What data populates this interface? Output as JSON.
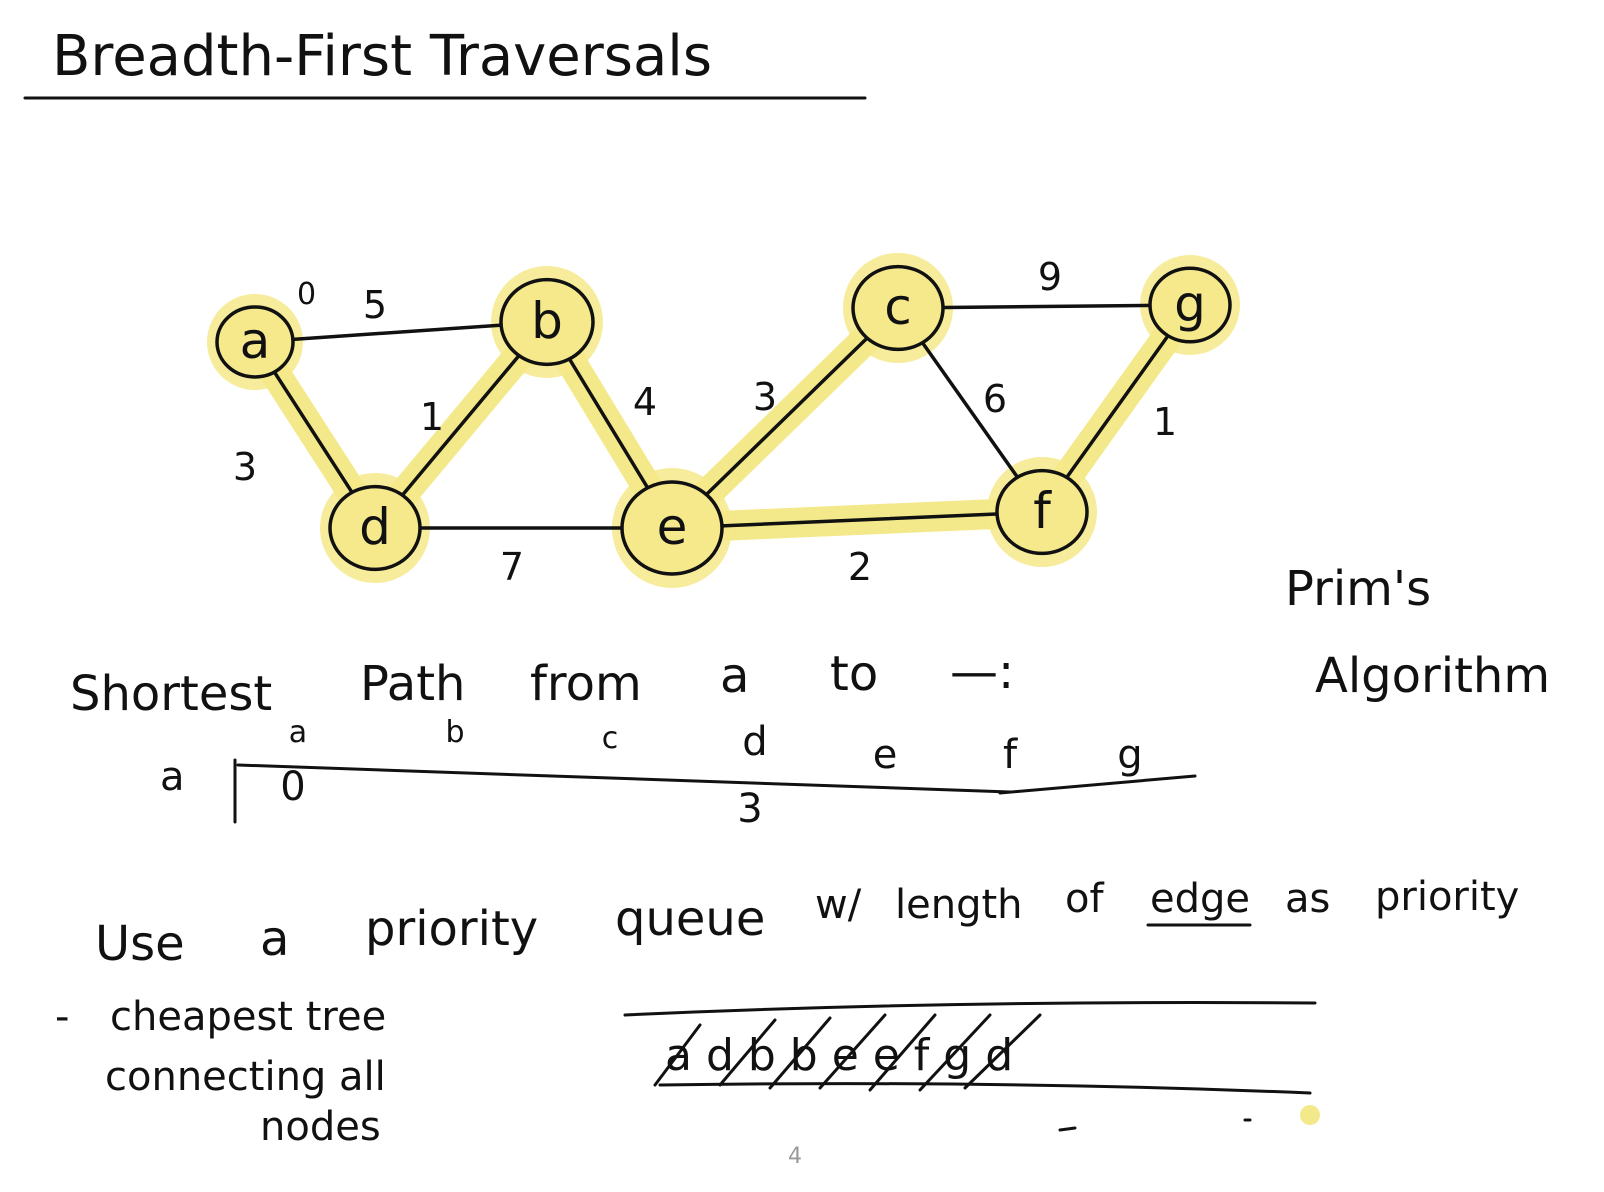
{
  "title": "Breadth-First Traversals",
  "side_label_line1": "Prim's",
  "side_label_line2": "Algorithm",
  "highlight_color": "#f4e98a",
  "node_fill": "#f5e98c",
  "graph": {
    "nodes": [
      {
        "id": "a",
        "label": "a",
        "highlighted": true,
        "annotation": "0"
      },
      {
        "id": "b",
        "label": "b",
        "highlighted": true
      },
      {
        "id": "c",
        "label": "c",
        "highlighted": true
      },
      {
        "id": "g",
        "label": "g",
        "highlighted": true
      },
      {
        "id": "d",
        "label": "d",
        "highlighted": true
      },
      {
        "id": "e",
        "label": "e",
        "highlighted": true
      },
      {
        "id": "f",
        "label": "f",
        "highlighted": true
      }
    ],
    "edges": [
      {
        "from": "a",
        "to": "b",
        "weight": "5",
        "highlighted": false
      },
      {
        "from": "a",
        "to": "d",
        "weight": "3",
        "highlighted": true
      },
      {
        "from": "d",
        "to": "b",
        "weight": "1",
        "highlighted": true
      },
      {
        "from": "b",
        "to": "e",
        "weight": "4",
        "highlighted": true
      },
      {
        "from": "d",
        "to": "e",
        "weight": "7",
        "highlighted": false
      },
      {
        "from": "e",
        "to": "c",
        "weight": "3",
        "highlighted": true
      },
      {
        "from": "c",
        "to": "g",
        "weight": "9",
        "highlighted": false
      },
      {
        "from": "c",
        "to": "f",
        "weight": "6",
        "highlighted": false
      },
      {
        "from": "f",
        "to": "g",
        "weight": "1",
        "highlighted": true
      },
      {
        "from": "e",
        "to": "f",
        "weight": "2",
        "highlighted": true
      }
    ]
  },
  "shortest_path": {
    "heading_words": [
      "Shortest",
      "Path",
      "from",
      "a",
      "to",
      "—:"
    ],
    "row_label": "a",
    "columns": [
      "a",
      "b",
      "c",
      "d",
      "e",
      "f",
      "g"
    ],
    "values": {
      "a": "0",
      "d": "3"
    }
  },
  "note_words": [
    "Use",
    "a",
    "priority",
    "queue",
    "w/",
    "length",
    "of",
    "edge",
    "as",
    "priority"
  ],
  "bullet": {
    "dash": "-",
    "line1": "cheapest tree",
    "line2": "connecting all",
    "line3": "nodes"
  },
  "queue_contents": "a d b b e e f g d",
  "page_number": "4"
}
